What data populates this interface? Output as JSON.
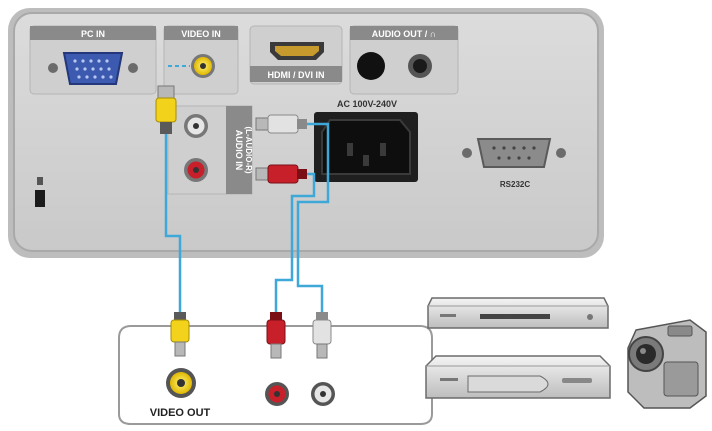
{
  "panel": {
    "pc_in": "PC IN",
    "video_in": "VIDEO IN",
    "hdmi_dvi_in": "HDMI / DVI IN",
    "audio_out": "AUDIO OUT / ∩",
    "ac_power": "AC 100V-240V",
    "audio_in": "AUDIO IN",
    "audio_in_sub": "(L-AUDIO-R)",
    "rs232c": "RS232C"
  },
  "external": {
    "video_out": "VIDEO OUT"
  },
  "colors": {
    "cable": "#3ea8d8",
    "video_plug": "#f2d21b",
    "red_plug": "#c8202a",
    "white_plug": "#dcdcdc",
    "panel": "#d6d6d6"
  },
  "icons": [
    "vga-port-icon",
    "rca-jack-icon",
    "hdmi-port-icon",
    "headphone-jack-icon",
    "ac-power-socket-icon",
    "rs232c-port-icon",
    "kensington-lock-icon",
    "dvd-player-icon",
    "vcr-icon",
    "camcorder-icon"
  ]
}
